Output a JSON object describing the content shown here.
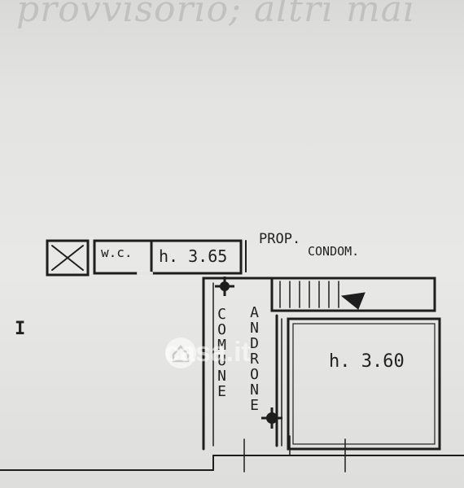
{
  "floor_plan": {
    "bleed_text": "provvisorio; altri mai",
    "labels": {
      "wc": "w.c.",
      "height_small": "h. 3.65",
      "prop": "PROP.",
      "condom": "CONDOM.",
      "corridor_left": "COMUNE",
      "corridor_right": "ANDRONE",
      "height_main": "h. 3.60",
      "margin_mark": "I"
    }
  },
  "watermark": {
    "text": "casa.it"
  }
}
